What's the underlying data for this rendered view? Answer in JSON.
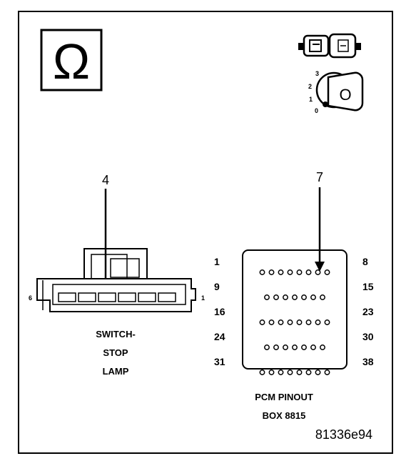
{
  "symbols": {
    "ohm": "Ω",
    "key_positions": [
      "3",
      "2",
      "1",
      "0"
    ],
    "key_icon_label": "O",
    "icons": [
      "ohmmeter-icon",
      "connector-icon",
      "ignition-key-icon"
    ]
  },
  "callouts": {
    "switch_connector": "4",
    "pcm_pin": "7"
  },
  "switch_connector": {
    "end_left": "6",
    "end_right": "1",
    "label_lines": [
      "SWITCH-",
      "STOP",
      "LAMP"
    ]
  },
  "pcm": {
    "rows": [
      {
        "left": "1",
        "right": "8",
        "holes": 8
      },
      {
        "left": "9",
        "right": "15",
        "holes": 7
      },
      {
        "left": "16",
        "right": "23",
        "holes": 8
      },
      {
        "left": "24",
        "right": "30",
        "holes": 7
      },
      {
        "left": "31",
        "right": "38",
        "holes": 8
      }
    ],
    "caption_lines": [
      "PCM PINOUT",
      "BOX 8815"
    ]
  },
  "figure_id": "81336e94"
}
